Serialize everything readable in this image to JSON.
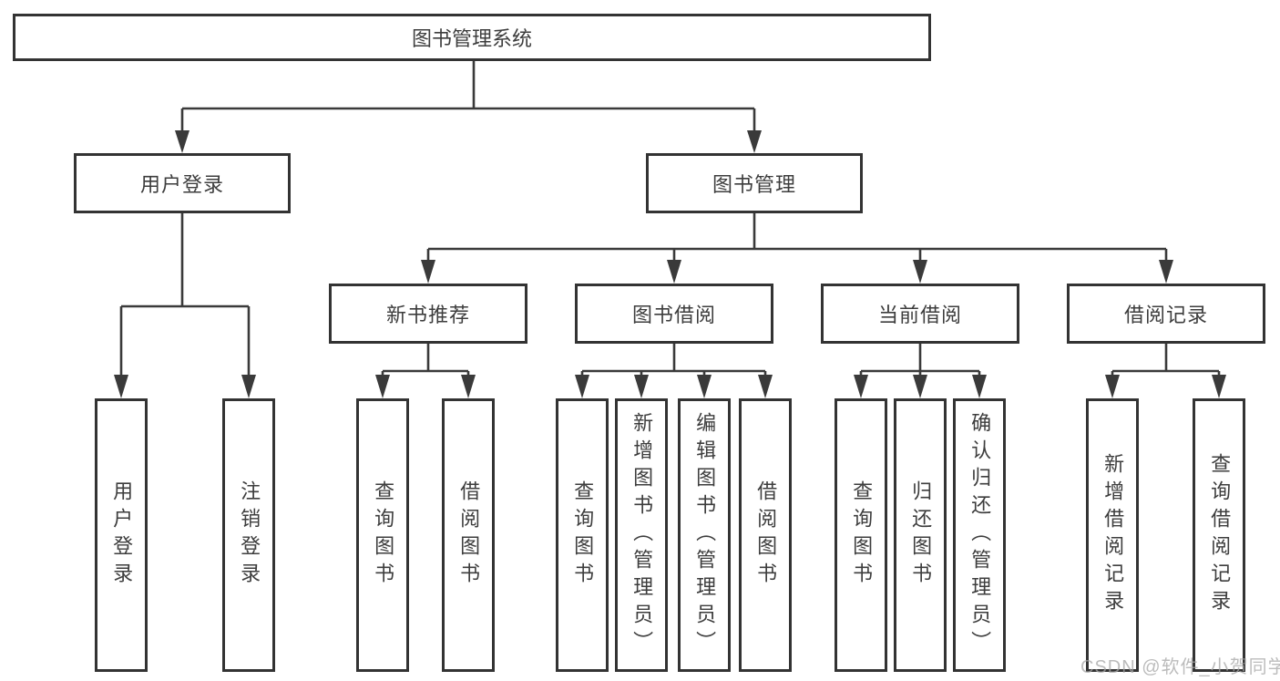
{
  "page": {
    "background": "#ffffff",
    "watermark": "CSDN @软件_小贺同学"
  },
  "colors": {
    "line": "#3a3a3a",
    "box_border": "#333333",
    "text": "#3d3d3d",
    "watermark": "#a5a5a5"
  },
  "diagram": {
    "root": {
      "label": "图书管理系统"
    },
    "level2": [
      {
        "label": "用户登录"
      },
      {
        "label": "图书管理"
      }
    ],
    "level3": [
      {
        "label": "新书推荐"
      },
      {
        "label": "图书借阅"
      },
      {
        "label": "当前借阅"
      },
      {
        "label": "借阅记录"
      }
    ],
    "leaves": [
      {
        "label": "用户登录"
      },
      {
        "label": "注销登录"
      },
      {
        "label": "查询图书"
      },
      {
        "label": "借阅图书"
      },
      {
        "label": "查询图书"
      },
      {
        "label": "新增图书（管理员）"
      },
      {
        "label": "编辑图书（管理员）"
      },
      {
        "label": "借阅图书"
      },
      {
        "label": "查询图书"
      },
      {
        "label": "归还图书"
      },
      {
        "label": "确认归还（管理员）"
      },
      {
        "label": "新增借阅记录"
      },
      {
        "label": "查询借阅记录"
      }
    ]
  }
}
